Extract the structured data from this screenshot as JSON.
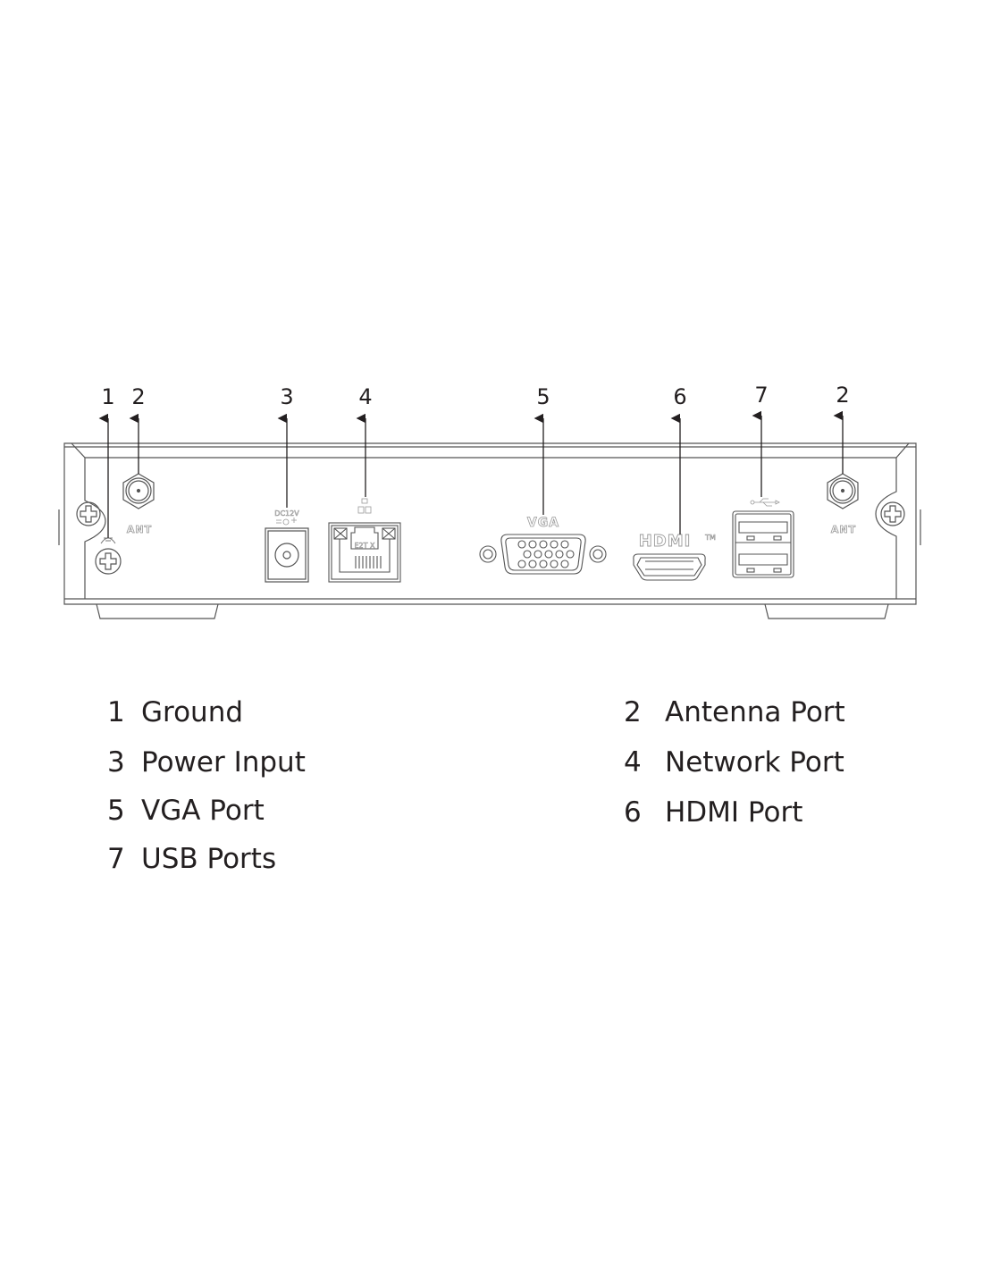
{
  "diagram": {
    "title": "Rear panel",
    "callouts": [
      {
        "num": "1",
        "target": "ground"
      },
      {
        "num": "2",
        "target": "antenna-left"
      },
      {
        "num": "3",
        "target": "power"
      },
      {
        "num": "4",
        "target": "network"
      },
      {
        "num": "5",
        "target": "vga"
      },
      {
        "num": "6",
        "target": "hdmi"
      },
      {
        "num": "7",
        "target": "usb"
      },
      {
        "num": "2",
        "target": "antenna-right"
      }
    ],
    "panel_labels": {
      "ant_left": "ANT",
      "ant_right": "ANT",
      "dc": "DC12V",
      "vga": "VGA",
      "hdmi": "HDMI",
      "hdmi_tm": "TM",
      "rj45_mark": "E2T X"
    }
  },
  "legend": {
    "items": [
      {
        "num": "1",
        "label": "Ground"
      },
      {
        "num": "2",
        "label": "Antenna Port"
      },
      {
        "num": "3",
        "label": "Power Input"
      },
      {
        "num": "4",
        "label": "Network Port"
      },
      {
        "num": "5",
        "label": "VGA Port"
      },
      {
        "num": "6",
        "label": "HDMI Port"
      },
      {
        "num": "7",
        "label": "USB Ports"
      }
    ]
  }
}
